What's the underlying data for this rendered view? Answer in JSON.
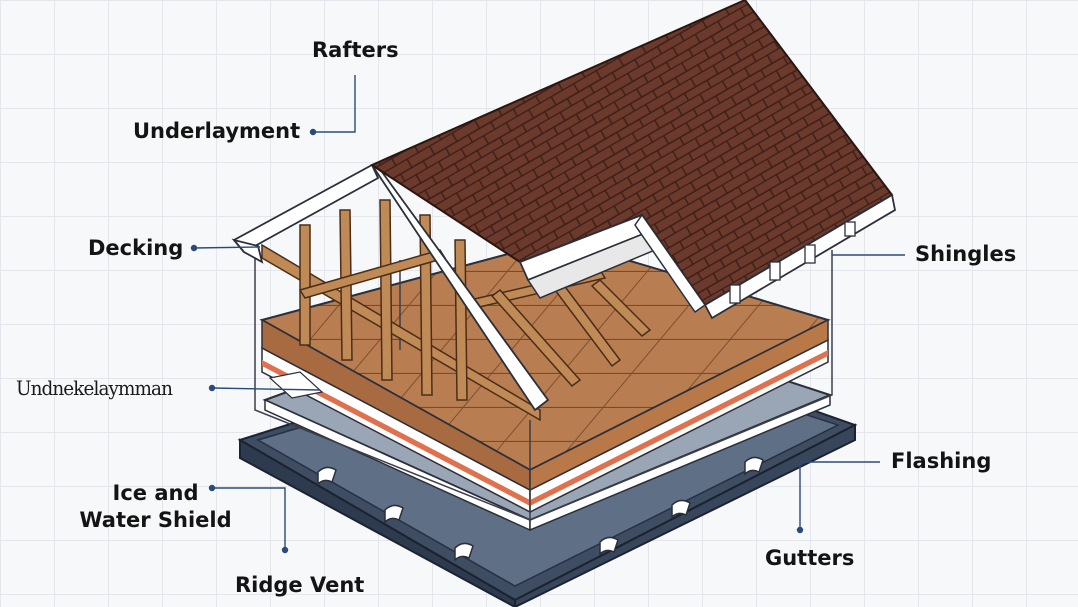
{
  "labels": {
    "rafters": "Rafters",
    "underlayment_top": "Underlayment",
    "decking": "Decking",
    "underlayment_garbled": "Undnekelaymman",
    "ice_water_line1": "Ice and",
    "ice_water_line2": "Water Shield",
    "ridge_vent": "Ridge Vent",
    "shingles": "Shingles",
    "flashing": "Flashing",
    "gutters": "Gutters"
  },
  "colors": {
    "leader_line": "#2b4a7a",
    "shingle": "#6b3a2c",
    "shingle_line": "#3a1f18",
    "decking": "#b97d52",
    "wood": "#c08a57",
    "base_slab": "#5f6f86",
    "membrane_gray": "#9aa5b5",
    "shield_red": "#e0714f",
    "trim_white": "#ffffff",
    "background": "#f7f8fa"
  }
}
